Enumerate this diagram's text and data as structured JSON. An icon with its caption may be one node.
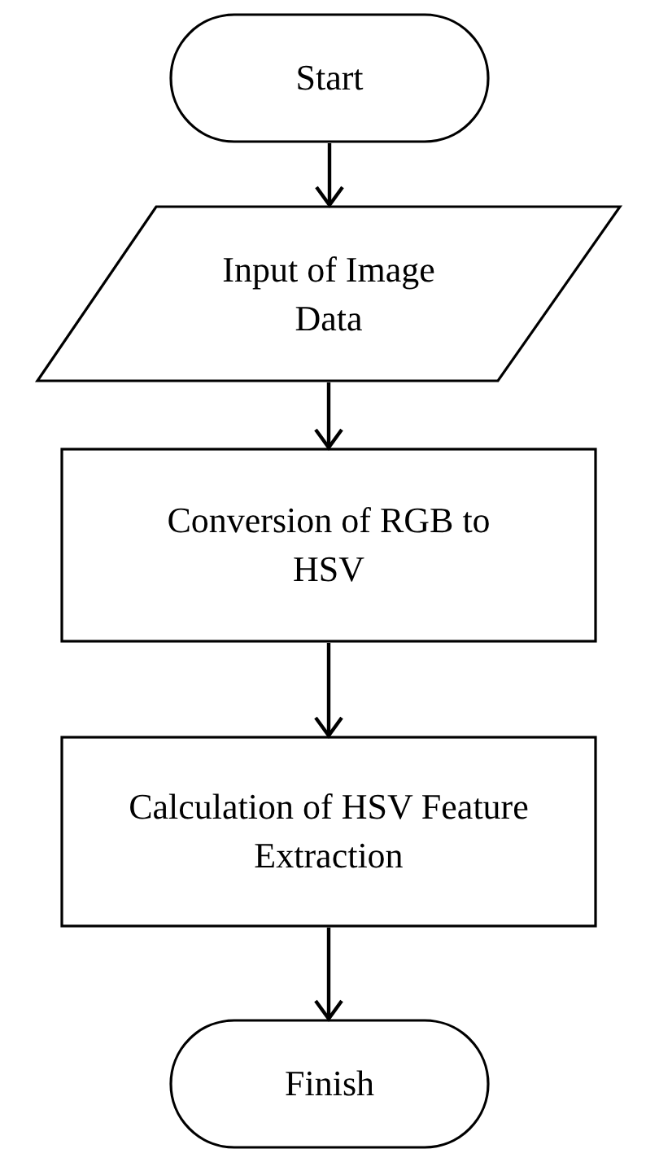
{
  "diagram": {
    "nodes": [
      {
        "text": [
          "Start"
        ]
      },
      {
        "text": [
          "Input of Image Data"
        ]
      },
      {
        "text": [
          "Conversion of RGB to HSV"
        ]
      },
      {
        "text": [
          "Calculation of HSV Feature Extraction"
        ]
      },
      {
        "text": [
          "Finish"
        ]
      }
    ],
    "edges": [
      {
        "from": 0,
        "to": 1,
        "arrow": "to"
      },
      {
        "from": 1,
        "to": 2,
        "arrow": "to"
      },
      {
        "from": 2,
        "to": 3,
        "arrow": "to"
      },
      {
        "from": 3,
        "to": 4,
        "arrow": "to"
      }
    ]
  }
}
